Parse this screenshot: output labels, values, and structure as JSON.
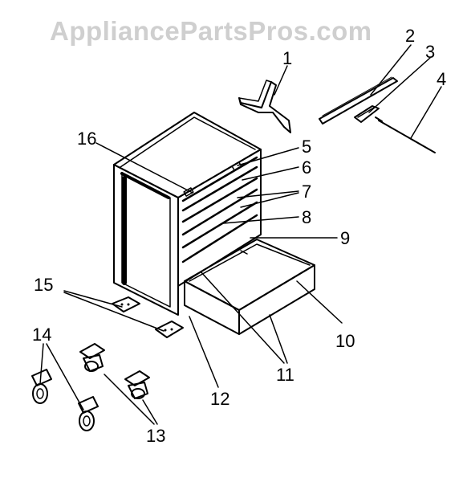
{
  "watermark": "AppliancePartsPros.com",
  "callouts": [
    {
      "id": "1",
      "label": "1"
    },
    {
      "id": "2",
      "label": "2"
    },
    {
      "id": "3",
      "label": "3"
    },
    {
      "id": "4",
      "label": "4"
    },
    {
      "id": "5",
      "label": "5"
    },
    {
      "id": "6",
      "label": "6"
    },
    {
      "id": "7",
      "label": "7"
    },
    {
      "id": "8",
      "label": "8"
    },
    {
      "id": "9",
      "label": "9"
    },
    {
      "id": "10",
      "label": "10"
    },
    {
      "id": "11",
      "label": "11"
    },
    {
      "id": "12",
      "label": "12"
    },
    {
      "id": "13",
      "label": "13"
    },
    {
      "id": "14",
      "label": "14"
    },
    {
      "id": "15",
      "label": "15"
    },
    {
      "id": "16",
      "label": "16"
    }
  ]
}
